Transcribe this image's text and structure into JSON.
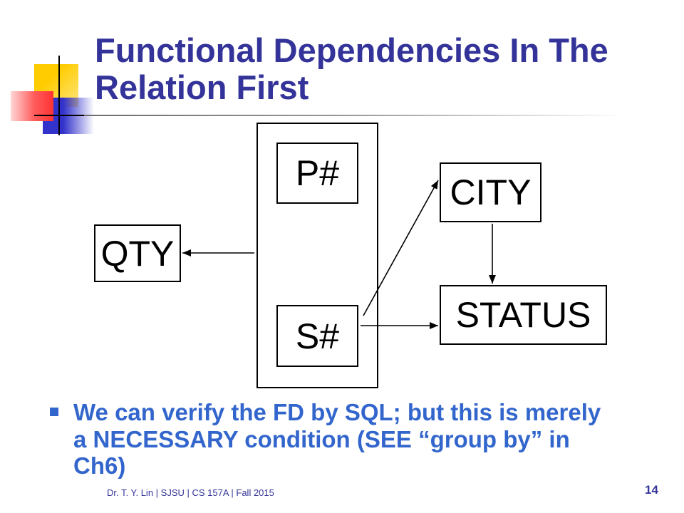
{
  "slide": {
    "title": "Functional Dependencies In The Relation First",
    "bullets": [
      "We can verify the FD by SQL; but this is merely a NECESSARY condition (SEE “group by” in Ch6)"
    ],
    "footer": "Dr. T. Y. Lin | SJSU | CS 157A | Fall 2015",
    "page_number": "14"
  },
  "diagram": {
    "nodes": {
      "p_number": "P#",
      "s_number": "S#",
      "qty": "QTY",
      "city": "CITY",
      "status": "STATUS"
    }
  },
  "colors": {
    "title": "#333399",
    "body_text": "#3366cc",
    "bullet": "#3366cc",
    "footer_text": "#333399",
    "page_number": "#333399",
    "accent_yellow": "#ffcc00",
    "accent_red": "#ff3333",
    "accent_blue": "#3333cc",
    "diagram_stroke": "#000000"
  }
}
